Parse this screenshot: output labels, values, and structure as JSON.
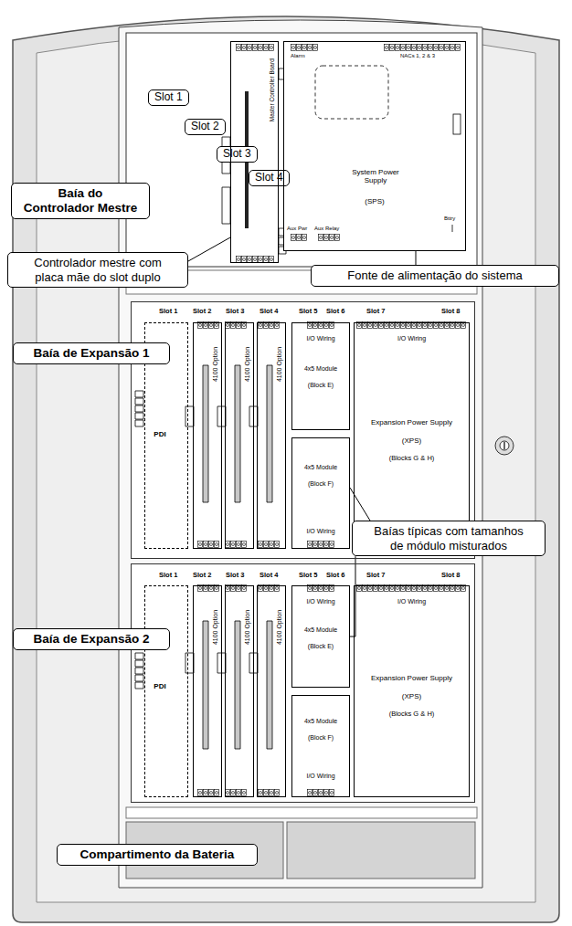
{
  "diagram": {
    "nodes": [
      {
        "text": [
          "Slot 1"
        ]
      },
      {
        "text": [
          "Slot 2"
        ]
      },
      {
        "text": [
          "Slot 3"
        ]
      },
      {
        "text": [
          "Slot 4"
        ]
      },
      {
        "text": [
          "Baía do Controlador Mestre"
        ]
      },
      {
        "text": [
          "Master Controller Board"
        ]
      },
      {
        "text": [
          "System Power Supply",
          "(SPS)"
        ]
      },
      {
        "text": [
          "Controlador mestre com placa mãe do slot duplo"
        ]
      },
      {
        "text": [
          "Fonte de alimentação do sistema"
        ]
      },
      {
        "text": [
          "Slot 1",
          "Slot 2",
          "Slot 3",
          "Slot 4",
          "Slot 5",
          "Slot 6",
          "Slot 7",
          "Slot 8"
        ]
      },
      {
        "text": [
          "PDI"
        ],
        "in": 9
      },
      {
        "text": [
          "4100 Option"
        ],
        "in": 9
      },
      {
        "text": [
          "4100 Option"
        ],
        "in": 9
      },
      {
        "text": [
          "4100 Option"
        ],
        "in": 9
      },
      {
        "text": [
          "I/O Wiring",
          "4x5 Module",
          "(Block E)"
        ],
        "in": 9
      },
      {
        "text": [
          "4x5 Module",
          "(Block F)",
          "I/O Wiring"
        ],
        "in": 9
      },
      {
        "text": [
          "I/O Wiring",
          "Expansion Power Supply",
          "(XPS)",
          "(Blocks G & H)"
        ],
        "in": 9
      },
      {
        "text": [
          "Baía de Expansão 1"
        ]
      },
      {
        "text": [
          "Baías típicas com tamanhos de módulo misturados"
        ]
      },
      {
        "text": [
          "Slot 1",
          "Slot 2",
          "Slot 3",
          "Slot 4",
          "Slot 5",
          "Slot 6",
          "Slot 7",
          "Slot 8"
        ]
      },
      {
        "text": [
          "PDI"
        ],
        "in": 19
      },
      {
        "text": [
          "4100 Option"
        ],
        "in": 19
      },
      {
        "text": [
          "4100 Option"
        ],
        "in": 19
      },
      {
        "text": [
          "4100 Option"
        ],
        "in": 19
      },
      {
        "text": [
          "I/O Wiring",
          "4x5 Module",
          "(Block E)"
        ],
        "in": 19
      },
      {
        "text": [
          "4x5 Module",
          "(Block F)",
          "I/O Wiring"
        ],
        "in": 19
      },
      {
        "text": [
          "I/O Wiring",
          "Expansion Power Supply",
          "(XPS)",
          "(Blocks G & H)"
        ],
        "in": 19
      },
      {
        "text": [
          "Baía de Expansão 2"
        ]
      },
      {
        "text": [
          "Compartimento da Bateria"
        ]
      }
    ],
    "edges": [
      {
        "from": 7,
        "to": 5,
        "arrow": "none"
      },
      {
        "from": 8,
        "to": 6,
        "arrow": "none"
      },
      {
        "from": 18,
        "to": 15,
        "arrow": "none"
      },
      {
        "from": 18,
        "to": 24,
        "arrow": "none"
      }
    ],
    "labels": [
      "Alarm",
      "NACs 1, 2 & 3",
      "Aux Pwr",
      "Aux Relay",
      "Bttry"
    ]
  }
}
